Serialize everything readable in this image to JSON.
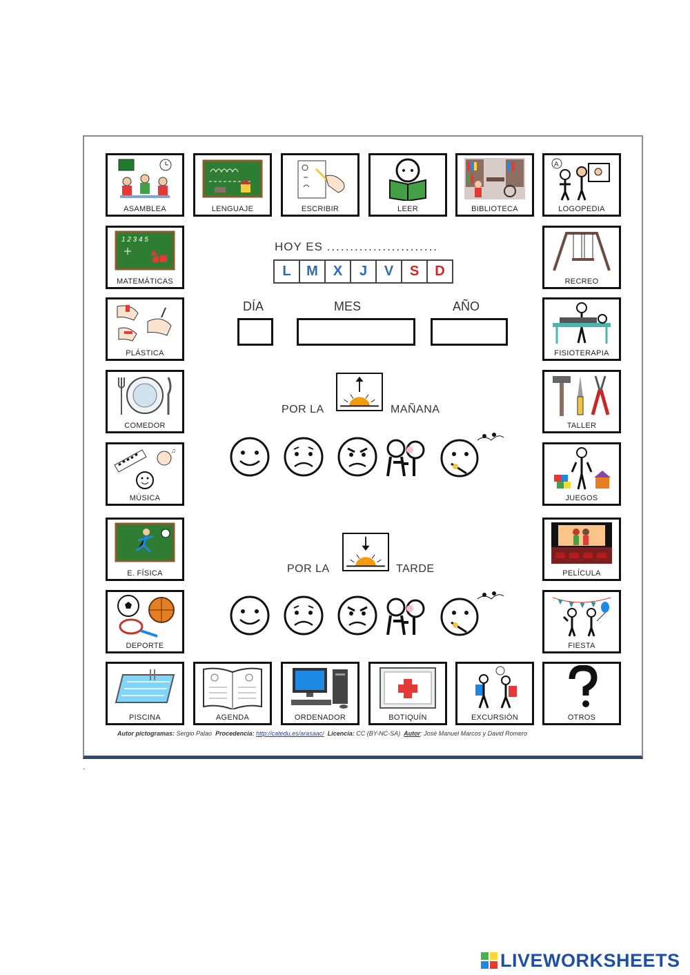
{
  "cards": {
    "asamblea": "ASAMBLEA",
    "lenguaje": "LENGUAJE",
    "escribir": "ESCRIBIR",
    "leer": "LEER",
    "biblioteca": "BIBLIOTECA",
    "logopedia": "LOGOPEDIA",
    "matematicas": "MATEMÁTICAS",
    "recreo": "RECREO",
    "plastica": "PLÁSTICA",
    "fisioterapia": "FISIOTERAPIA",
    "comedor": "COMEDOR",
    "taller": "TALLER",
    "musica": "MÚSICA",
    "juegos": "JUEGOS",
    "efisica": "E. FÍSICA",
    "pelicula": "PELÍCULA",
    "deporte": "DEPORTE",
    "fiesta": "FIESTA",
    "piscina": "PISCINA",
    "agenda": "AGENDA",
    "ordenador": "ORDENADOR",
    "botiquin": "BOTIQUÍN",
    "excursion": "EXCURSIÓN",
    "otros": "OTROS"
  },
  "center": {
    "hoy_es": "HOY ES",
    "hoy_dots": "........................",
    "days": [
      "L",
      "M",
      "X",
      "J",
      "V",
      "S",
      "D"
    ],
    "dia": "DÍA",
    "mes": "MES",
    "anio": "AÑO",
    "por_la": "POR LA",
    "manana": "MAÑANA",
    "tarde": "TARDE",
    "chalkboard_numbers": "1 2 3 4 5"
  },
  "credits": {
    "autor_label": "Autor pictogramas:",
    "autor": "Sergio Palao",
    "procedencia_label": "Procedencia:",
    "url": "http://catedu.es/arasaac/",
    "licencia_label": "Licencia:",
    "licencia": "CC (BY-NC-SA)",
    "autor2_label": "Autor",
    "autor2": ": José Manuel Marcos y David Romero"
  },
  "footer": {
    "dot": ".",
    "brand": "LIVEWORKSHEETS"
  },
  "colors": {
    "day_blue": "#2b6cb0",
    "day_red": "#dd2222",
    "brand_blue": "#1f4ea8"
  }
}
